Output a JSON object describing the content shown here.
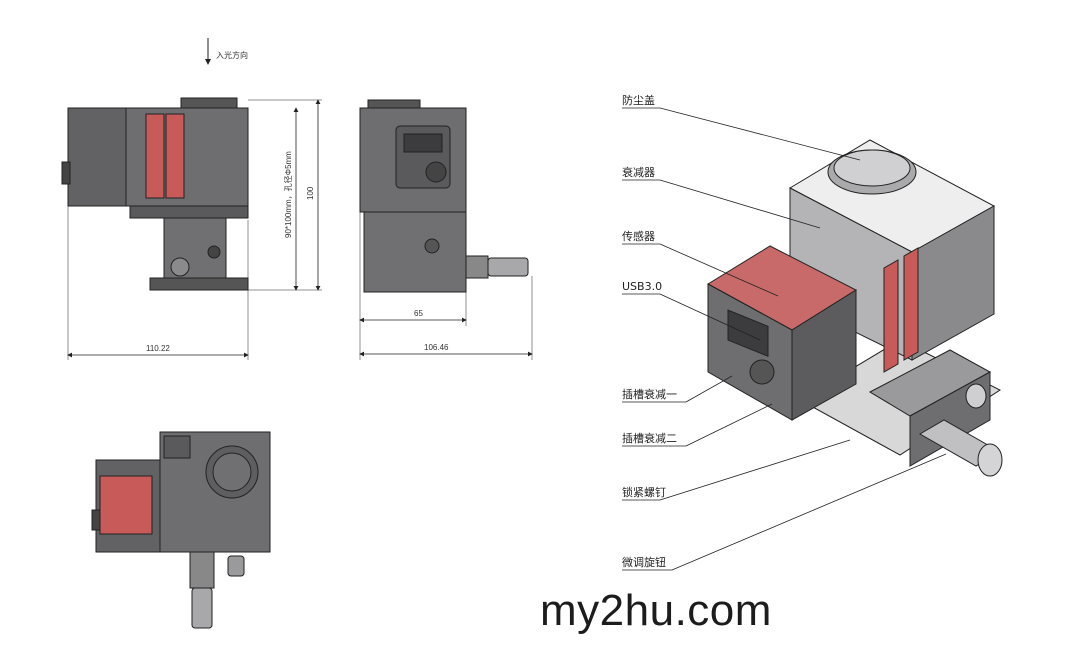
{
  "front_view": {
    "light_direction": "入光方向",
    "dim_width": "110.22",
    "dim_height": "100",
    "dim_height_note": "90*100mm，孔径Φ5mm"
  },
  "side_view": {
    "dim_base": "65",
    "dim_width": "106.46"
  },
  "callouts": [
    "防尘盖",
    "衰减器",
    "传感器",
    "USB3.0",
    "插槽衰减一",
    "插槽衰减二",
    "锁紧螺钉",
    "微调旋钮"
  ],
  "watermark": "my2hu.com",
  "colors": {
    "body": "#6e6e70",
    "body_dark": "#4a4a4c",
    "sensor": "#c85a5a",
    "line": "#222222"
  }
}
